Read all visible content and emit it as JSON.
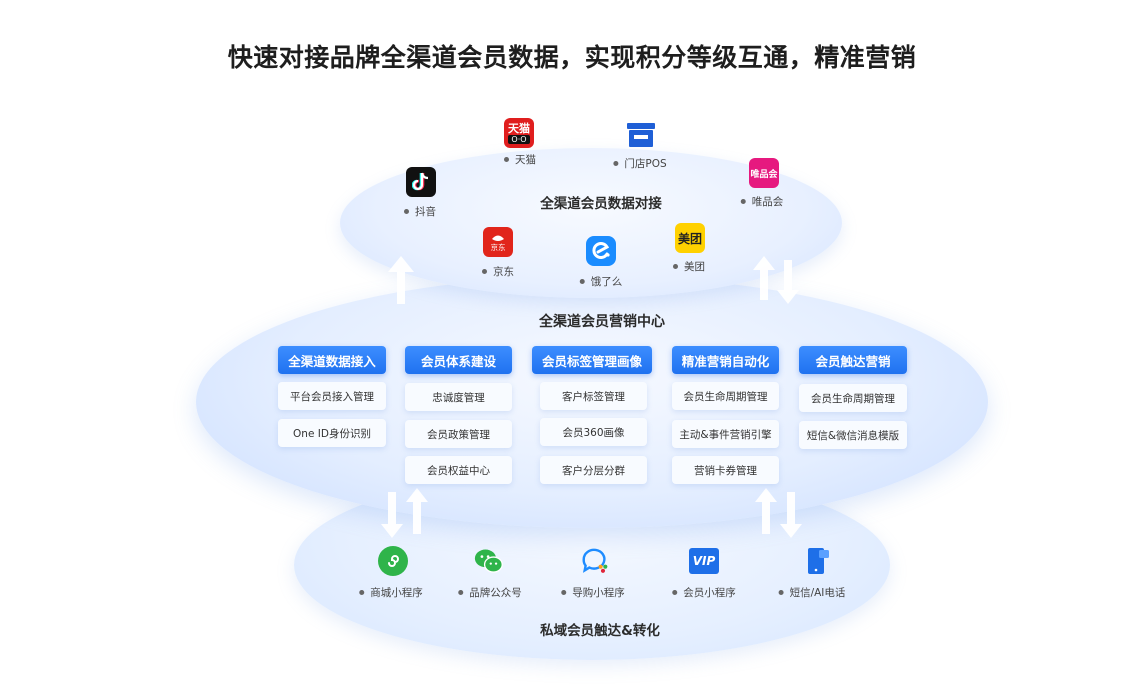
{
  "headline": "快速对接品牌全渠道会员数据，实现积分等级互通，精准营销",
  "top_layer": {
    "title": "全渠道会员数据对接",
    "platforms": [
      {
        "name": "天猫",
        "icon": "tmall-icon",
        "color": "#e01e1e"
      },
      {
        "name": "门店POS",
        "icon": "store-pos-icon",
        "color": "#1f5fd6"
      },
      {
        "name": "唯品会",
        "icon": "vip-shop-icon",
        "color": "#e6197f"
      },
      {
        "name": "抖音",
        "icon": "douyin-icon",
        "color": "#111111"
      },
      {
        "name": "京东",
        "icon": "jd-icon",
        "color": "#e1251b"
      },
      {
        "name": "饿了么",
        "icon": "eleme-icon",
        "color": "#1a8cff"
      },
      {
        "name": "美团",
        "icon": "meituan-icon",
        "color": "#ffd100"
      }
    ],
    "tmall_badge": "天猫",
    "tmall_badge_sub": "O·O",
    "vipshop_badge": "唯品会",
    "jd_badge": "京东",
    "meituan_badge": "美团"
  },
  "middle_layer": {
    "title": "全渠道会员营销中心",
    "columns": [
      {
        "header": "全渠道数据接入",
        "items": [
          "平台会员接入管理",
          "One ID身份识别"
        ]
      },
      {
        "header": "会员体系建设",
        "items": [
          "忠诚度管理",
          "会员政策管理",
          "会员权益中心"
        ]
      },
      {
        "header": "会员标签管理画像",
        "items": [
          "客户标签管理",
          "会员360画像",
          "客户分层分群"
        ]
      },
      {
        "header": "精准营销自动化",
        "items": [
          "会员生命周期管理",
          "主动&事件营销引擎",
          "营销卡券管理"
        ]
      },
      {
        "header": "会员触达营销",
        "items": [
          "会员生命周期管理",
          "短信&微信消息模版"
        ]
      }
    ]
  },
  "bottom_layer": {
    "title": "私域会员触达&转化",
    "channels": [
      {
        "name": "商城小程序",
        "icon": "mini-program-icon",
        "color": "#2fb44a"
      },
      {
        "name": "品牌公众号",
        "icon": "wechat-icon",
        "color": "#2fb44a"
      },
      {
        "name": "导购小程序",
        "icon": "guide-chat-icon",
        "color": "#1e8cff"
      },
      {
        "name": "会员小程序",
        "icon": "vip-member-icon",
        "color": "#1e6fe8"
      },
      {
        "name": "短信/AI电话",
        "icon": "sms-phone-icon",
        "color": "#1e6fe8"
      }
    ],
    "vip_badge": "VIP"
  },
  "colors": {
    "header_blue": "#1f72f0",
    "arrow_white": "#ffffff"
  }
}
